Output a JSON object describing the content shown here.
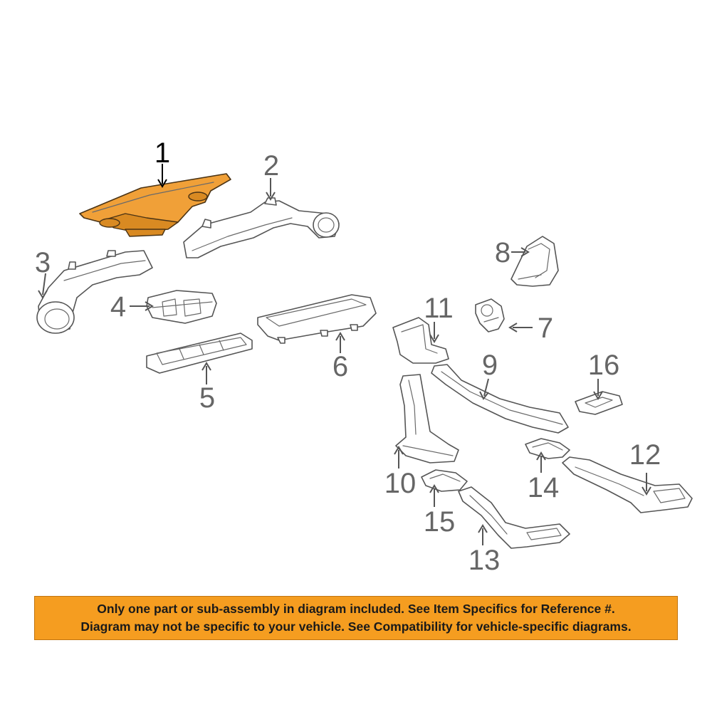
{
  "diagram": {
    "highlight_color": "#f0a038",
    "callouts": {
      "c1": "1",
      "c2": "2",
      "c3": "3",
      "c4": "4",
      "c5": "5",
      "c6": "6",
      "c7": "7",
      "c8": "8",
      "c9": "9",
      "c10": "10",
      "c11": "11",
      "c12": "12",
      "c13": "13",
      "c14": "14",
      "c15": "15",
      "c16": "16"
    },
    "highlighted_part": "1"
  },
  "notice": {
    "line1": "Only one part or sub-assembly in diagram included. See Item Specifics for Reference #.",
    "line2": "Diagram may not be specific to your vehicle. See Compatibility for vehicle-specific diagrams.",
    "background": "#f59d20"
  }
}
